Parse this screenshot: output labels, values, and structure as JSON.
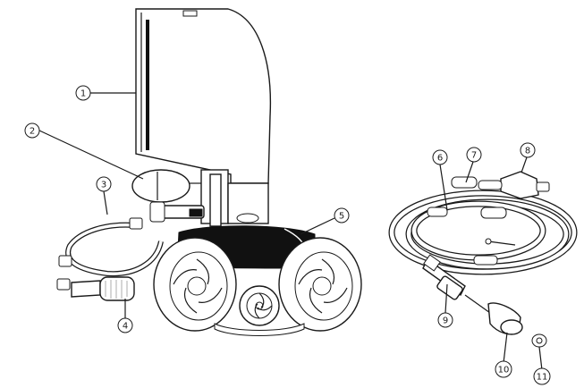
{
  "callouts": [
    {
      "id": 1,
      "label": "1"
    },
    {
      "id": 2,
      "label": "2"
    },
    {
      "id": 3,
      "label": "3"
    },
    {
      "id": 4,
      "label": "4"
    },
    {
      "id": 5,
      "label": "5"
    },
    {
      "id": 6,
      "label": "6"
    },
    {
      "id": 7,
      "label": "7"
    },
    {
      "id": 8,
      "label": "8"
    },
    {
      "id": 9,
      "label": "9"
    },
    {
      "id": 10,
      "label": "10"
    },
    {
      "id": 11,
      "label": "11"
    }
  ],
  "colors": {
    "line": "#1a1a1a",
    "fill": "#ffffff",
    "dark": "#111111"
  }
}
